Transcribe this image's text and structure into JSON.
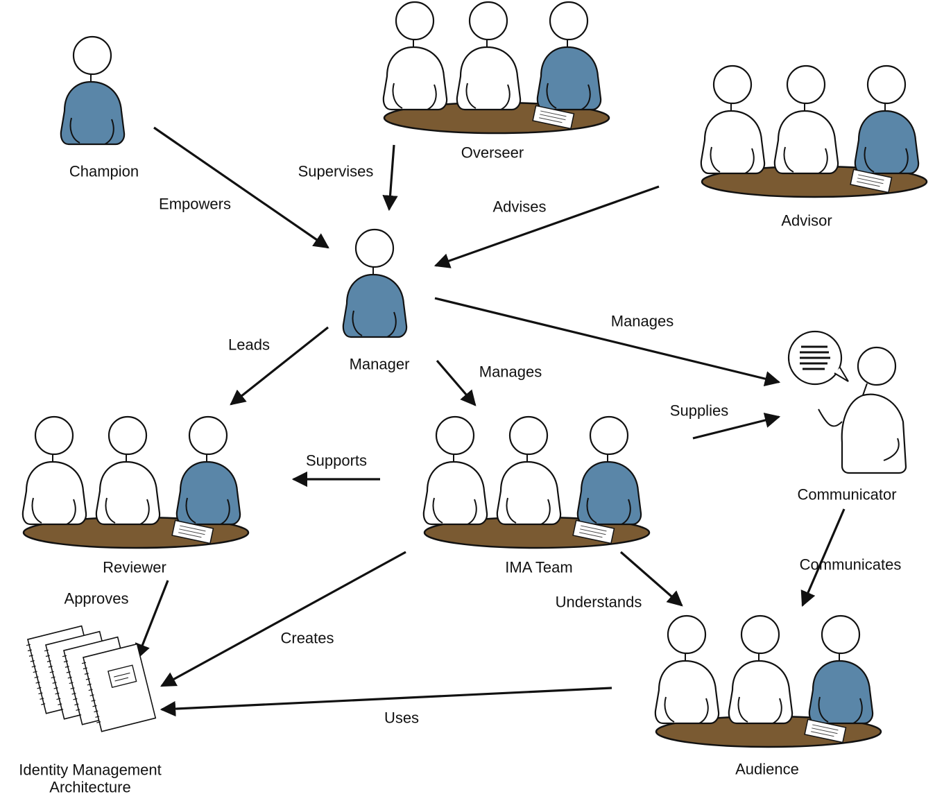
{
  "colors": {
    "shirt_accent": "#5a86a8",
    "table": "#7a5a32",
    "line": "#111111",
    "paper": "#ffffff"
  },
  "actors": {
    "champion": "Champion",
    "overseer": "Overseer",
    "advisor": "Advisor",
    "manager": "Manager",
    "reviewer": "Reviewer",
    "ima_team": "IMA Team",
    "communicator": "Communicator",
    "audience": "Audience",
    "architecture_line1": "Identity Management",
    "architecture_line2": "Architecture"
  },
  "relations": {
    "empowers": "Empowers",
    "supervises": "Supervises",
    "advises": "Advises",
    "leads": "Leads",
    "manages_team": "Manages",
    "manages_communicator": "Manages",
    "supplies": "Supplies",
    "supports": "Supports",
    "approves": "Approves",
    "creates": "Creates",
    "understands": "Understands",
    "communicates": "Communicates",
    "uses": "Uses"
  },
  "icons": {
    "person": "person-icon",
    "group": "group-at-table-icon",
    "documents": "document-stack-icon",
    "speech": "speech-bubble-icon"
  }
}
